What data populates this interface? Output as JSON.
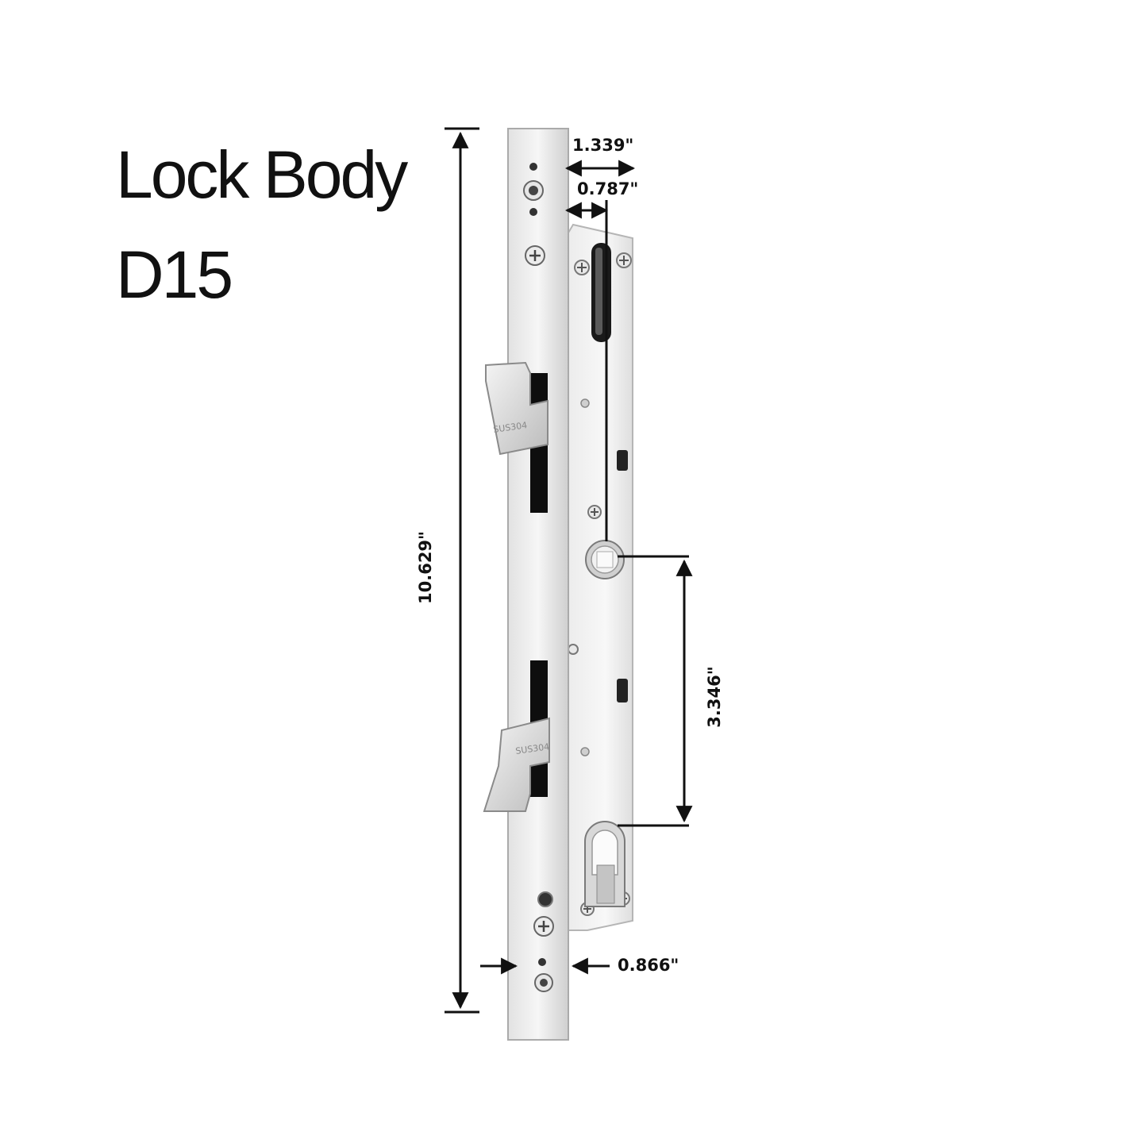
{
  "title": {
    "line1": "Lock Body",
    "line2": "D15"
  },
  "dimensions": {
    "overall_height": "10.629\"",
    "backset_outer": "1.339\"",
    "backset_inner": "0.787\"",
    "center_distance": "3.346\"",
    "faceplate_width": "0.866\""
  },
  "engravings": {
    "hook_mark": "SUS304"
  },
  "colors": {
    "ink": "#111111",
    "steel_light": "#f0f0f0",
    "steel_mid": "#d4d4d4",
    "steel_dark": "#9a9a9a"
  }
}
